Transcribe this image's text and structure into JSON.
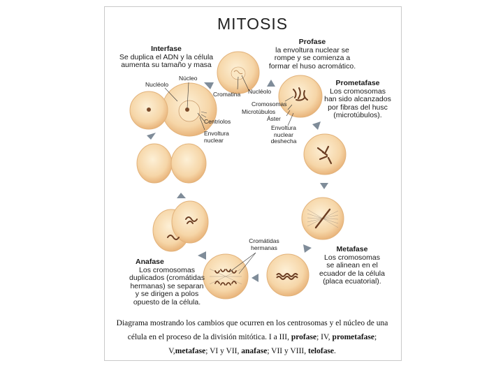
{
  "title": "MITOSIS",
  "phases": {
    "interfase": {
      "name": "Interfase",
      "desc": [
        "Se duplica el ADN y la célula",
        "aumenta su tamaño y masa"
      ]
    },
    "profase": {
      "name": "Profase",
      "desc": [
        "la envoltura nuclear se",
        "rompe y se comienza a",
        "formar el huso acromático."
      ]
    },
    "prometafase": {
      "name": "Prometafase",
      "desc": [
        "Los cromosomas",
        "han sido alcanzados",
        "por fibras del husc",
        "(microtúbulos)."
      ]
    },
    "metafase": {
      "name": "Metafase",
      "desc": [
        "Los cromosomas",
        "se alinean en el",
        "ecuador de la célula",
        "(placa ecuatorial)."
      ]
    },
    "anafase": {
      "name": "Anafase",
      "desc": [
        "Los cromosomas",
        "duplicados (cromátidas",
        "hermanas) se separan",
        "y se dirigen a polos",
        "opuesto de la célula."
      ]
    }
  },
  "labels": {
    "nucleolo_left": "Nucléolo",
    "nucleo": "Núcleo",
    "centriolos": "Centriolos",
    "envoltura_nuclear": [
      "Envoltura",
      "nuclear"
    ],
    "cromatina": "Cromatina",
    "nucleolo_right": "Nucléolo",
    "cromosomas": "Cromosomas",
    "microtubulos": "Microtúbulos",
    "aster": "Áster",
    "envoltura_deshecha": [
      "Envoltura",
      "nuclear",
      "deshecha"
    ],
    "cromatidas_hermanas": [
      "Cromátidas",
      "hermanas"
    ]
  },
  "caption": {
    "line1": "Diagrama mostrando los cambios que ocurren en los centrosomas y el núcleo de una",
    "line2_a": "célula en el proceso de la división mitótica. I a III, ",
    "line2_b": "profase",
    "line2_c": "; IV, ",
    "line2_d": "prometafase",
    "line2_e": ";",
    "line3_a": "V,",
    "line3_b": "metafase",
    "line3_c": "; VI y VII, ",
    "line3_d": "anafase",
    "line3_e": "; VII y VIII, ",
    "line3_f": "telofase",
    "line3_g": "."
  },
  "colors": {
    "cell_fill": "#f7dcb0",
    "cell_edge": "#e2b27a",
    "chromosome": "#6b3d22",
    "arrow": "#7f8c99"
  }
}
